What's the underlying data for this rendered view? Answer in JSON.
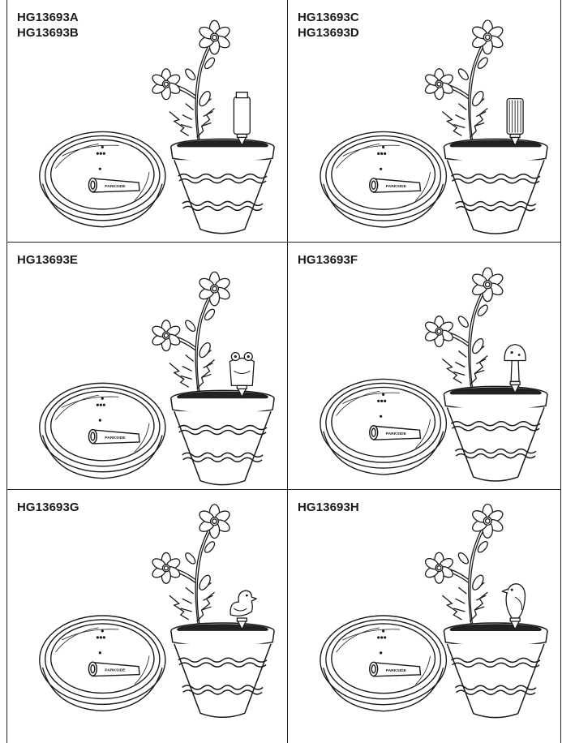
{
  "cells": [
    {
      "labels": [
        "HG13693A",
        "HG13693B"
      ],
      "nozzle": "bottle"
    },
    {
      "labels": [
        "HG13693C",
        "HG13693D"
      ],
      "nozzle": "ribbed"
    },
    {
      "labels": [
        "HG13693E"
      ],
      "nozzle": "frog"
    },
    {
      "labels": [
        "HG13693F"
      ],
      "nozzle": "mushroom"
    },
    {
      "labels": [
        "HG13693G"
      ],
      "nozzle": "duck"
    },
    {
      "labels": [
        "HG13693H"
      ],
      "nozzle": "bird"
    }
  ],
  "brand_text": "PARKSIDE",
  "line_color": "#1a1a1a",
  "border_color": "#222222"
}
